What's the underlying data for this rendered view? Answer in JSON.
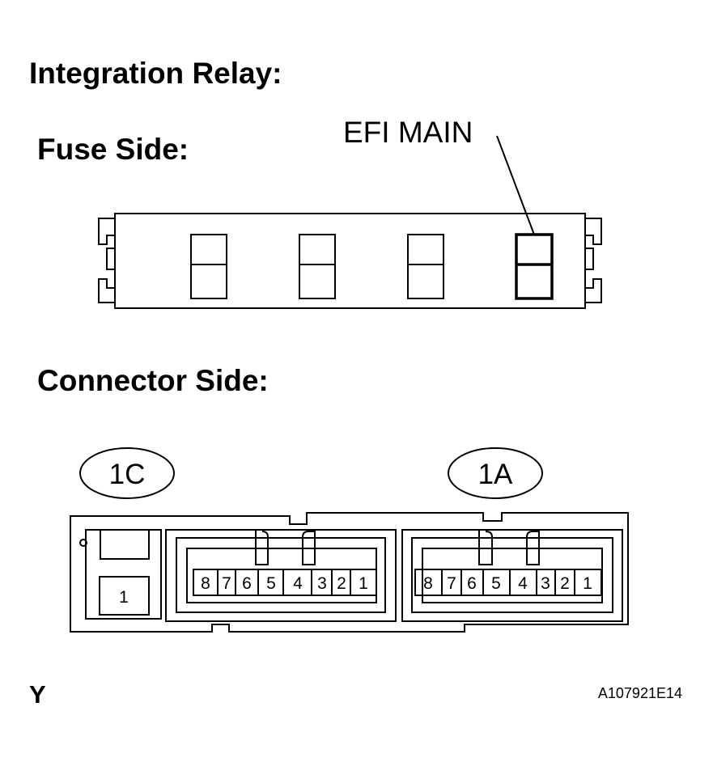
{
  "title": "Integration Relay:",
  "fuse_side": {
    "heading": "Fuse Side:",
    "callout": "EFI MAIN"
  },
  "connector_side": {
    "heading": "Connector Side:",
    "connector_1c": {
      "label": "1C",
      "pin": "1"
    },
    "connector_1a": {
      "label": "1A",
      "pins": [
        "8",
        "7",
        "6",
        "5",
        "4",
        "3",
        "2",
        "1"
      ]
    },
    "connector_left_block": {
      "pins": [
        "8",
        "7",
        "6",
        "5",
        "4",
        "3",
        "2",
        "1"
      ]
    }
  },
  "footer": {
    "view_letter": "Y",
    "figure_code": "A107921E14"
  }
}
